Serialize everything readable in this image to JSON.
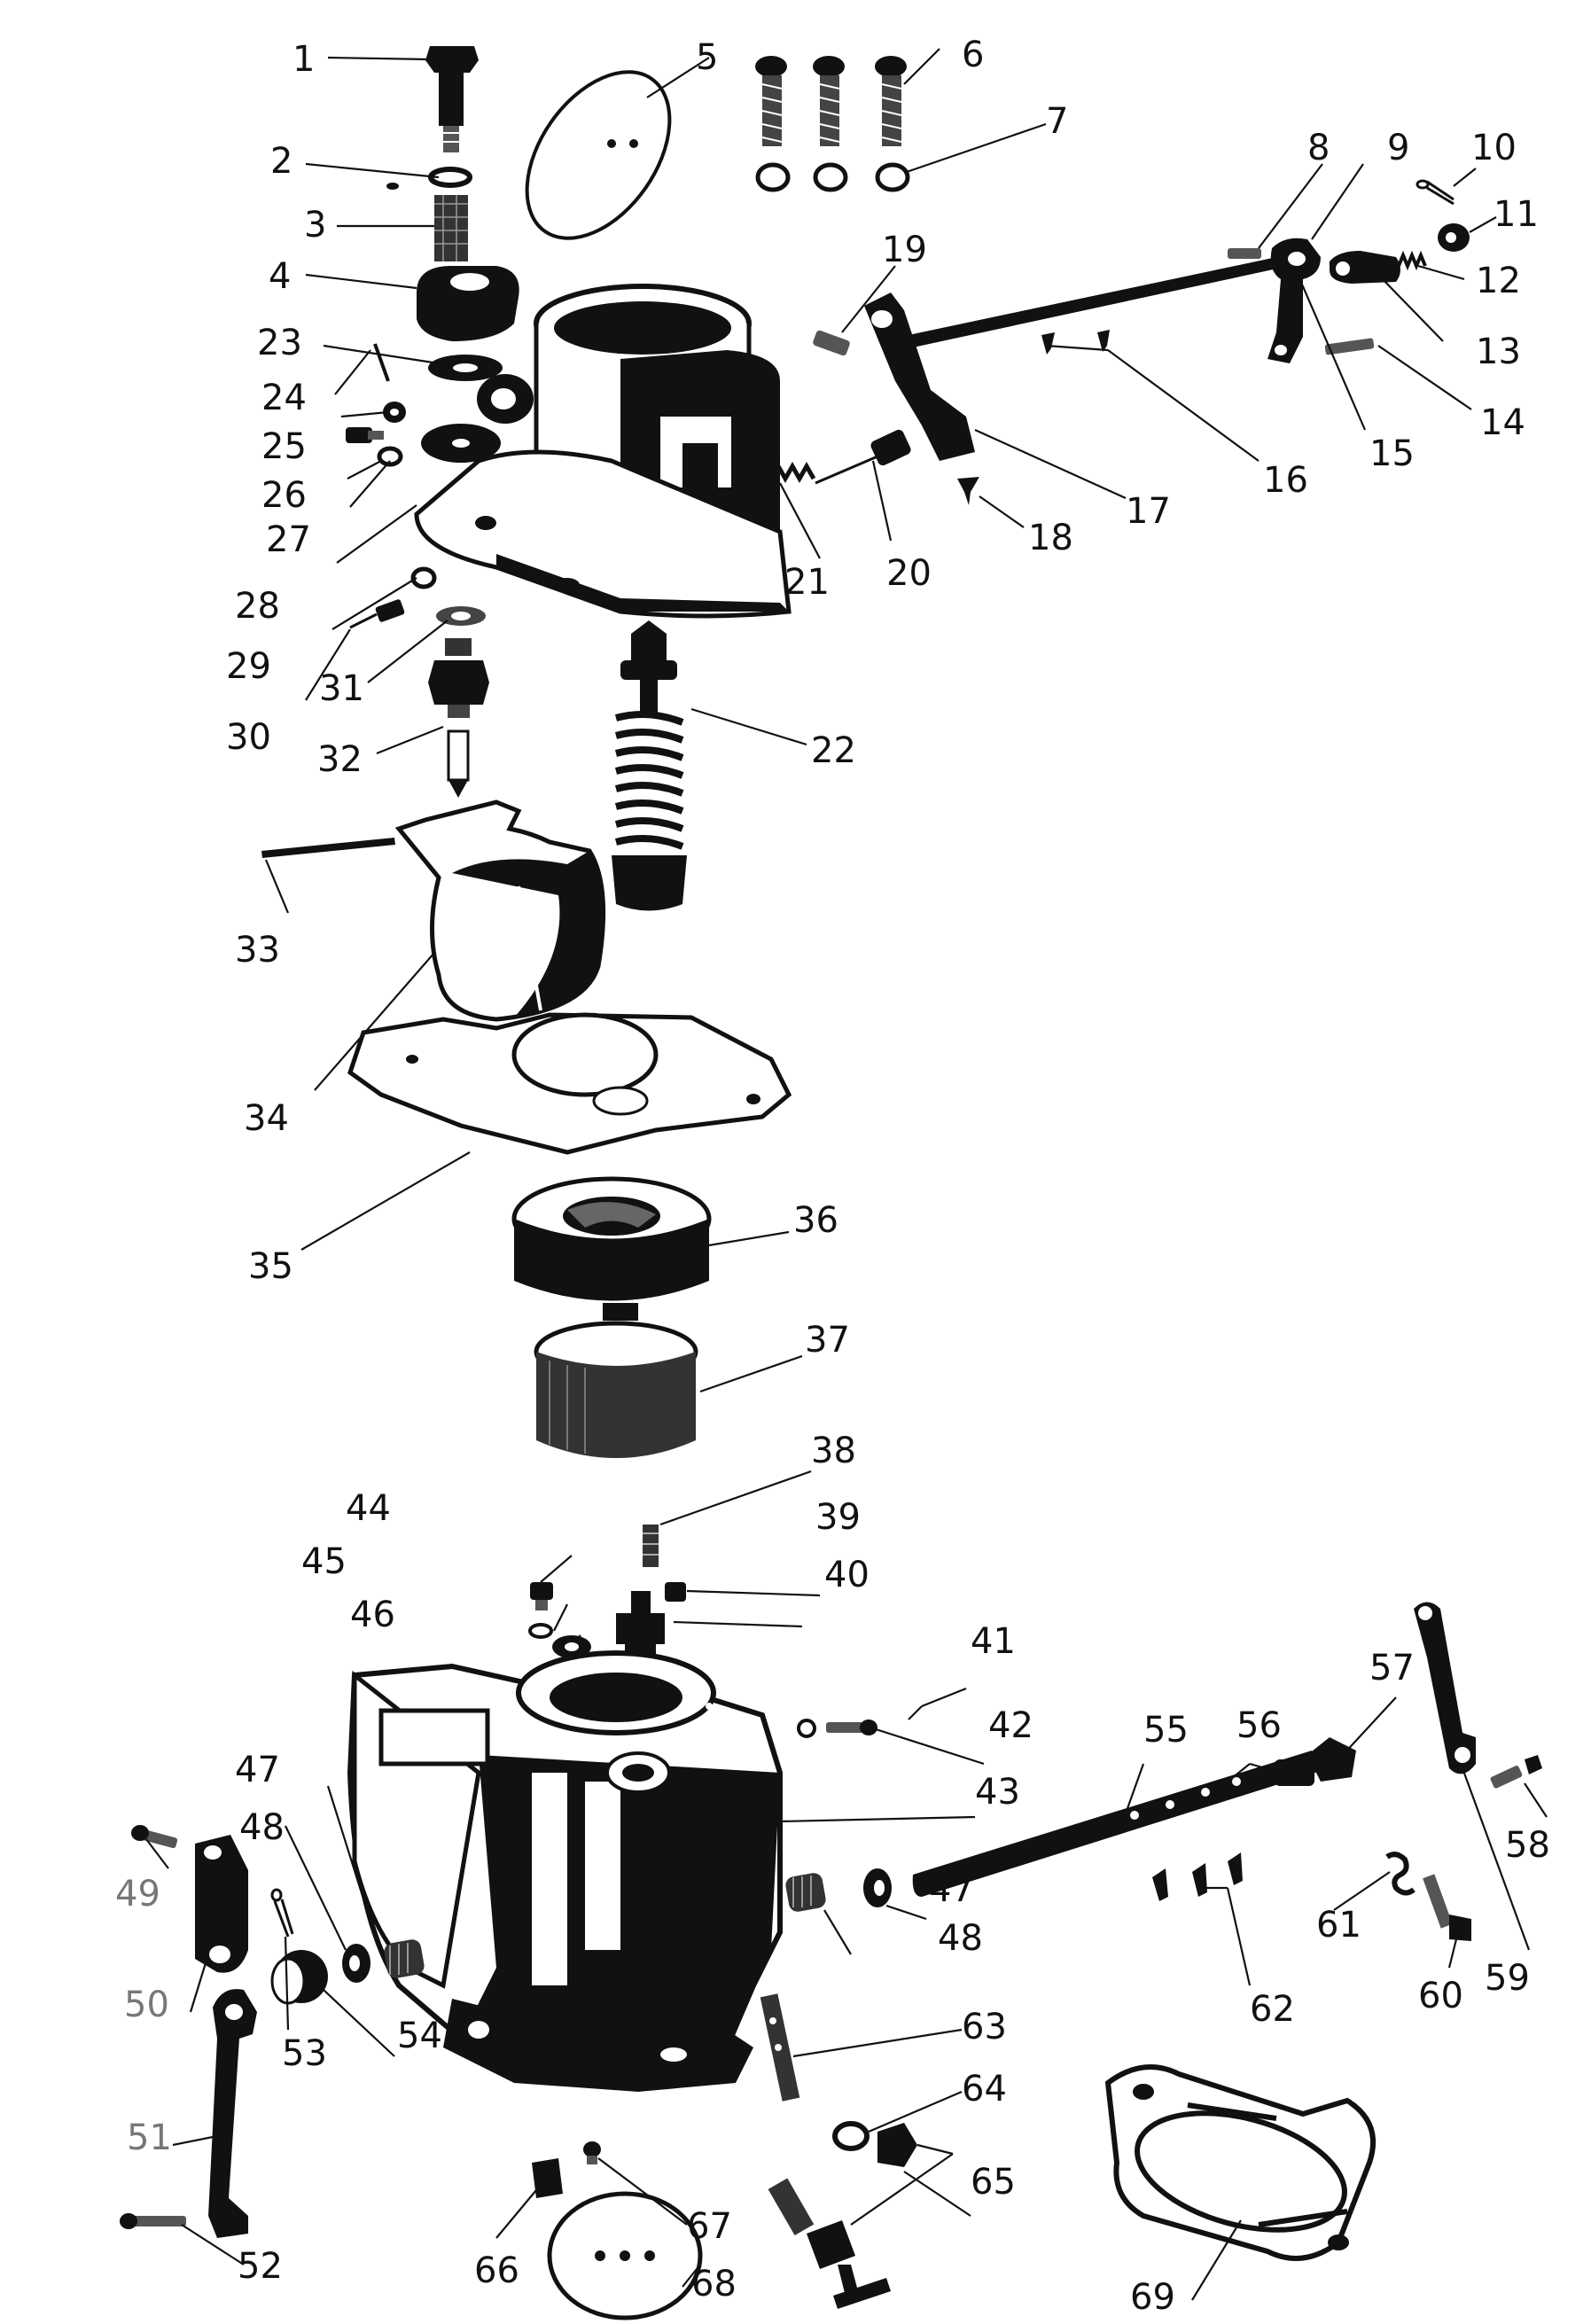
{
  "labels": {
    "l1": "1",
    "l2": "2",
    "l3": "3",
    "l4": "4",
    "l5": "5",
    "l6": "6",
    "l7": "7",
    "l8": "8",
    "l9": "9",
    "l10": "10",
    "l11": "11",
    "l12": "12",
    "l13": "13",
    "l14": "14",
    "l15": "15",
    "l16": "16",
    "l17": "17",
    "l18": "18",
    "l19": "19",
    "l20": "20",
    "l21": "21",
    "l22": "22",
    "l23": "23",
    "l24": "24",
    "l25": "25",
    "l26": "26",
    "l27": "27",
    "l28": "28",
    "l29": "29",
    "l30": "30",
    "l31": "31",
    "l32": "32",
    "l33": "33",
    "l34": "34",
    "l35": "35",
    "l36": "36",
    "l37": "37",
    "l38": "38",
    "l39": "39",
    "l40": "40",
    "l41": "41",
    "l42": "42",
    "l43": "43",
    "l44": "44",
    "l45": "45",
    "l46": "46",
    "l47a": "47",
    "l47b": "47",
    "l48a": "48",
    "l48b": "48",
    "l49": "49",
    "l50": "50",
    "l51": "51",
    "l52": "52",
    "l53": "53",
    "l54": "54",
    "l55": "55",
    "l56": "56",
    "l57": "57",
    "l58": "58",
    "l59": "59",
    "l60": "60",
    "l61": "61",
    "l62": "62",
    "l63": "63",
    "l64": "64",
    "l65": "65",
    "l66": "66",
    "l67": "67",
    "l68": "68",
    "l69": "69"
  },
  "colors": {
    "ink": "#111111",
    "muted_label": "#777777",
    "paper": "#ffffff"
  }
}
